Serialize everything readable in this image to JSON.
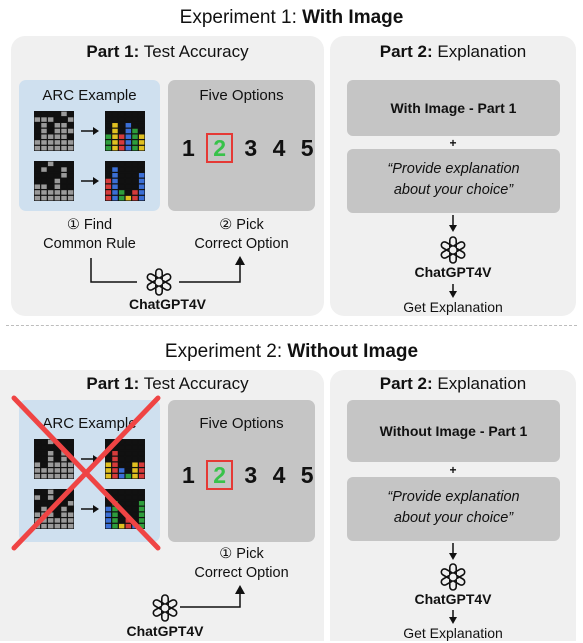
{
  "experiments": [
    {
      "title_prefix": "Experiment 1: ",
      "title_bold": "With Image",
      "part1": {
        "head_bold": "Part 1:",
        "head_rest": " Test Accuracy",
        "arc_label": "ARC Example",
        "options_label": "Five Options",
        "numbers": [
          "1",
          "2",
          "3",
          "4",
          "5"
        ],
        "highlighted": "2",
        "step1": [
          "① Find",
          "Common Rule"
        ],
        "step2": [
          "② Pick",
          "Correct Option"
        ],
        "gpt_label": "ChatGPT4V",
        "arc_crossed": false
      },
      "part2": {
        "head_bold": "Part 2:",
        "head_rest": " Explanation",
        "box_title": "With Image - Part 1",
        "plus": "+",
        "prompt_lines": [
          "“Provide explanation",
          "about your choice”"
        ],
        "gpt_label": "ChatGPT4V",
        "result": "Get Explanation"
      }
    },
    {
      "title_prefix": "Experiment 2: ",
      "title_bold": "Without Image",
      "part1": {
        "head_bold": "Part 1:",
        "head_rest": " Test Accuracy",
        "arc_label": "ARC Example",
        "options_label": "Five Options",
        "numbers": [
          "1",
          "2",
          "3",
          "4",
          "5"
        ],
        "highlighted": "2",
        "step1": [
          "① Pick",
          "Correct Option"
        ],
        "gpt_label": "ChatGPT4V",
        "arc_crossed": true
      },
      "part2": {
        "head_bold": "Part 2:",
        "head_rest": " Explanation",
        "box_title": "Without Image - Part 1",
        "plus": "+",
        "prompt_lines": [
          "“Provide explanation",
          "about your choice”"
        ],
        "gpt_label": "ChatGPT4V",
        "result": "Get Explanation"
      }
    }
  ],
  "colors": {
    "highlight_border": "#e53935",
    "highlight_text": "#38c24a",
    "cross": "#ef4444",
    "panel": "#f0f0f0",
    "arc_bg": "#cfe0ef",
    "gray_box": "#c5c5c5"
  },
  "icons": [
    "right-arrow-icon",
    "down-arrow-icon",
    "openai-logo-icon",
    "grid-thumbnail-icon",
    "red-cross-icon"
  ]
}
